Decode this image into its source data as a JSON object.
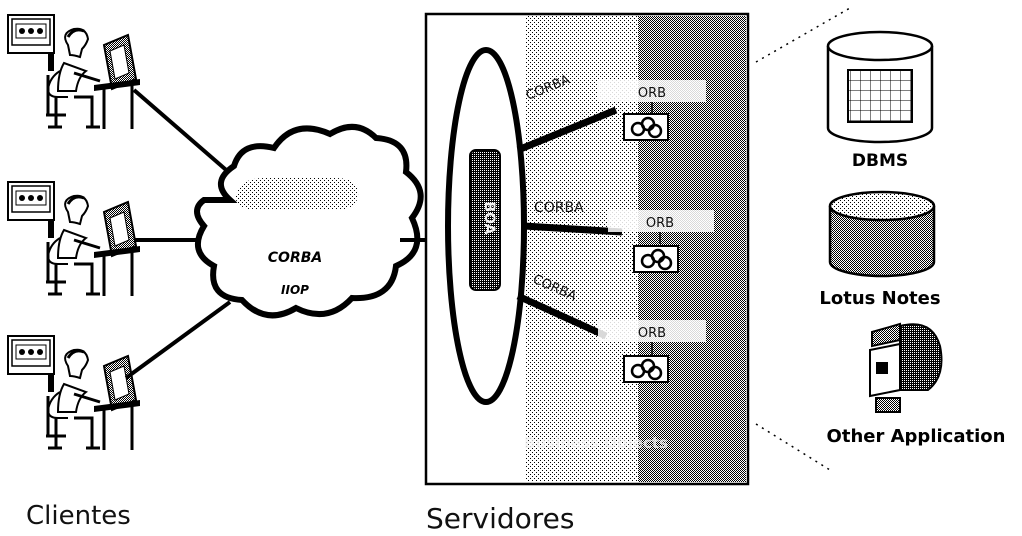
{
  "clients": {
    "caption": "Clientes"
  },
  "network": {
    "line1": "CORBA",
    "line2": "IIOP"
  },
  "servers": {
    "caption": "Servidores",
    "bus_label": "BOA",
    "links": [
      "CORBA",
      "CORBA",
      "CORBA"
    ],
    "orb_labels": [
      "ORB",
      "ORB",
      "ORB"
    ],
    "footer": "Business Objects"
  },
  "resources": {
    "items": [
      "DBMS",
      "Lotus Notes",
      "Other Application"
    ]
  }
}
